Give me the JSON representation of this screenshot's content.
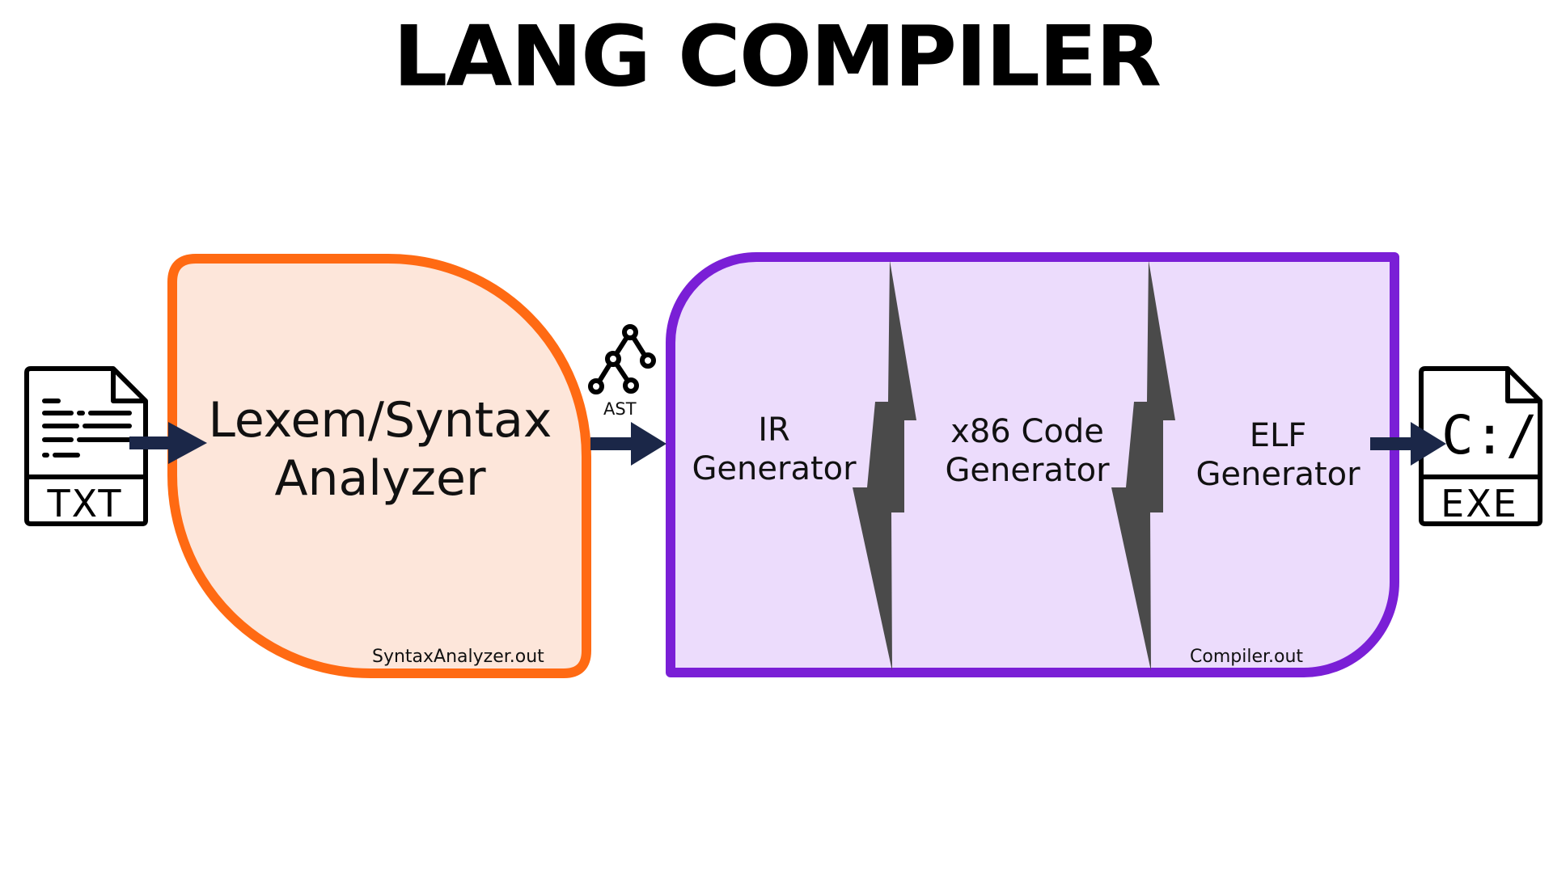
{
  "title": "LANG COMPILER",
  "input_file": {
    "icon": "text-file-icon",
    "ext": "TXT"
  },
  "syntax_analyzer": {
    "label": "Lexem/Syntax Analyzer",
    "output": "SyntaxAnalyzer.out",
    "fill": "#fde6da",
    "stroke": "#ff6a13"
  },
  "ast": {
    "icon": "tree-icon",
    "label": "AST"
  },
  "compiler": {
    "output": "Compiler.out",
    "fill": "#ecdcfc",
    "stroke": "#7a1fd6",
    "stages": [
      "IR Generator",
      "x86 Code Generator",
      "ELF Generator"
    ]
  },
  "output_file": {
    "icon": "executable-file-icon",
    "glyph": "C:/",
    "ext": "EXE"
  },
  "colors": {
    "arrow": "#1b2748",
    "bolt": "#4a4a4a"
  }
}
